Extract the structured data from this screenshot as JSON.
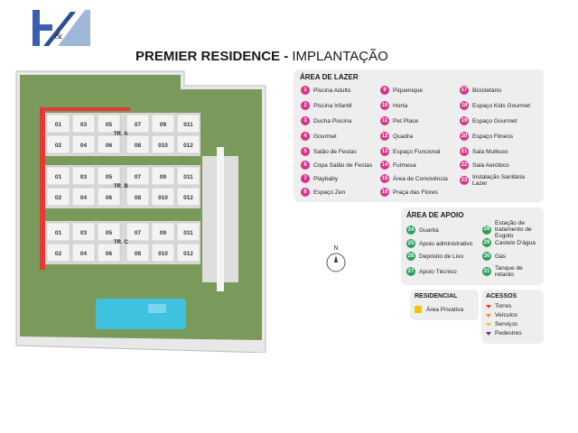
{
  "header": {
    "title_bold": "PREMIER RESIDENCE -",
    "title_light": "IMPLANTAÇÃO",
    "logo_mark": "&"
  },
  "plan": {
    "towers": [
      {
        "label": "TR. A",
        "rows": [
          [
            "01",
            "03",
            "05",
            "07",
            "09",
            "011"
          ],
          [
            "02",
            "04",
            "06",
            "08",
            "010",
            "012"
          ]
        ]
      },
      {
        "label": "TR. B",
        "rows": [
          [
            "01",
            "03",
            "05",
            "07",
            "09",
            "011"
          ],
          [
            "02",
            "04",
            "06",
            "08",
            "010",
            "012"
          ]
        ]
      },
      {
        "label": "TR. C",
        "rows": [
          [
            "01",
            "03",
            "05",
            "07",
            "09",
            "011"
          ],
          [
            "02",
            "04",
            "06",
            "08",
            "010",
            "012"
          ]
        ]
      }
    ]
  },
  "lazer": {
    "title": "ÁREA DE LAZER",
    "items": [
      {
        "n": "1",
        "label": "Piscina Adulto"
      },
      {
        "n": "2",
        "label": "Piscina Infantil"
      },
      {
        "n": "3",
        "label": "Ducha Piscina"
      },
      {
        "n": "4",
        "label": "Gourmet"
      },
      {
        "n": "5",
        "label": "Salão de Festas"
      },
      {
        "n": "6",
        "label": "Copa Salão de Festas"
      },
      {
        "n": "7",
        "label": "Playbaby"
      },
      {
        "n": "8",
        "label": "Espaço Zen"
      },
      {
        "n": "9",
        "label": "Piquenique"
      },
      {
        "n": "10",
        "label": "Horta"
      },
      {
        "n": "11",
        "label": "Pet Place"
      },
      {
        "n": "12",
        "label": "Quadra"
      },
      {
        "n": "13",
        "label": "Espaço Funcional"
      },
      {
        "n": "14",
        "label": "Futmesa"
      },
      {
        "n": "15",
        "label": "Área de Convivência"
      },
      {
        "n": "16",
        "label": "Praça das Flores"
      },
      {
        "n": "17",
        "label": "Bicicletário"
      },
      {
        "n": "18",
        "label": "Espaço Kids Gourmet"
      },
      {
        "n": "19",
        "label": "Espaço Gourmet"
      },
      {
        "n": "20",
        "label": "Espaço Fitness"
      },
      {
        "n": "21",
        "label": "Sala Multiuso"
      },
      {
        "n": "22",
        "label": "Sala Aeróbico"
      },
      {
        "n": "23",
        "label": "Instalação Sanitária Lazer"
      }
    ]
  },
  "apoio": {
    "title": "ÁREA DE APOIO",
    "items": [
      {
        "n": "24",
        "label": "Guarita"
      },
      {
        "n": "25",
        "label": "Apoio administrativo"
      },
      {
        "n": "26",
        "label": "Depósito de Lixo"
      },
      {
        "n": "27",
        "label": "Apoio Técnico"
      },
      {
        "n": "28",
        "label": "Estação de tratamento de Esgoto"
      },
      {
        "n": "29",
        "label": "Castelo D'água"
      },
      {
        "n": "30",
        "label": "Gás"
      },
      {
        "n": "31",
        "label": "Tanque de retardo"
      }
    ]
  },
  "residencial": {
    "title": "RESIDENCIAL",
    "item": "Área Privativa"
  },
  "acessos": {
    "title": "ACESSOS",
    "items": [
      {
        "label": "Torres",
        "color": "#e53935"
      },
      {
        "label": "Veículos",
        "color": "#ef8c1a"
      },
      {
        "label": "Serviços",
        "color": "#f0c030"
      },
      {
        "label": "Pedestres",
        "color": "#5b3a9a"
      }
    ]
  },
  "compass": {
    "label": "N"
  },
  "colors": {
    "accent_pink": "#d6338a",
    "accent_green": "#2e9e5a",
    "private_yellow": "#f2c500"
  }
}
